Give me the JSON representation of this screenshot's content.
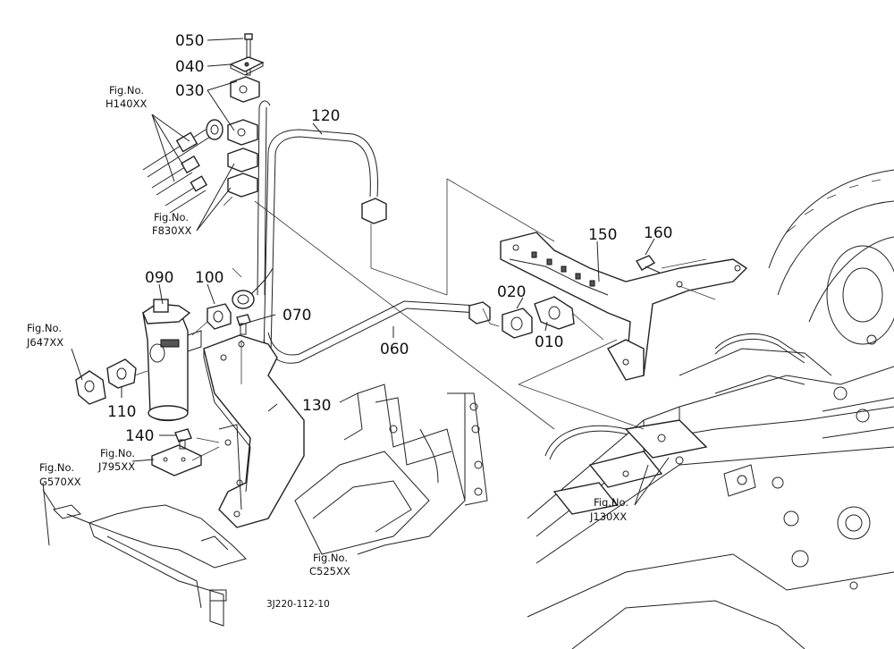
{
  "part_labels": [
    {
      "id": "050",
      "text": "050"
    },
    {
      "id": "040",
      "text": "040"
    },
    {
      "id": "030",
      "text": "030"
    },
    {
      "id": "120",
      "text": "120"
    },
    {
      "id": "150",
      "text": "150"
    },
    {
      "id": "160",
      "text": "160"
    },
    {
      "id": "090",
      "text": "090"
    },
    {
      "id": "100",
      "text": "100"
    },
    {
      "id": "070",
      "text": "070"
    },
    {
      "id": "020",
      "text": "020"
    },
    {
      "id": "010",
      "text": "010"
    },
    {
      "id": "060",
      "text": "060"
    },
    {
      "id": "110",
      "text": "110"
    },
    {
      "id": "130",
      "text": "130"
    },
    {
      "id": "140",
      "text": "140"
    }
  ],
  "fig_refs": [
    {
      "id": "h140",
      "line1": "Fig.No.",
      "line2": "H140XX"
    },
    {
      "id": "f830",
      "line1": "Fig.No.",
      "line2": "F830XX"
    },
    {
      "id": "j647",
      "line1": "Fig.No.",
      "line2": "J647XX"
    },
    {
      "id": "j795",
      "line1": "Fig.No.",
      "line2": "J795XX"
    },
    {
      "id": "g570",
      "line1": "Fig.No.",
      "line2": "G570XX"
    },
    {
      "id": "c525",
      "line1": "Fig.No.",
      "line2": "C525XX"
    },
    {
      "id": "j130",
      "line1": "Fig.No.",
      "line2": "J130XX"
    }
  ],
  "drawing_code": "3J220-112-10"
}
